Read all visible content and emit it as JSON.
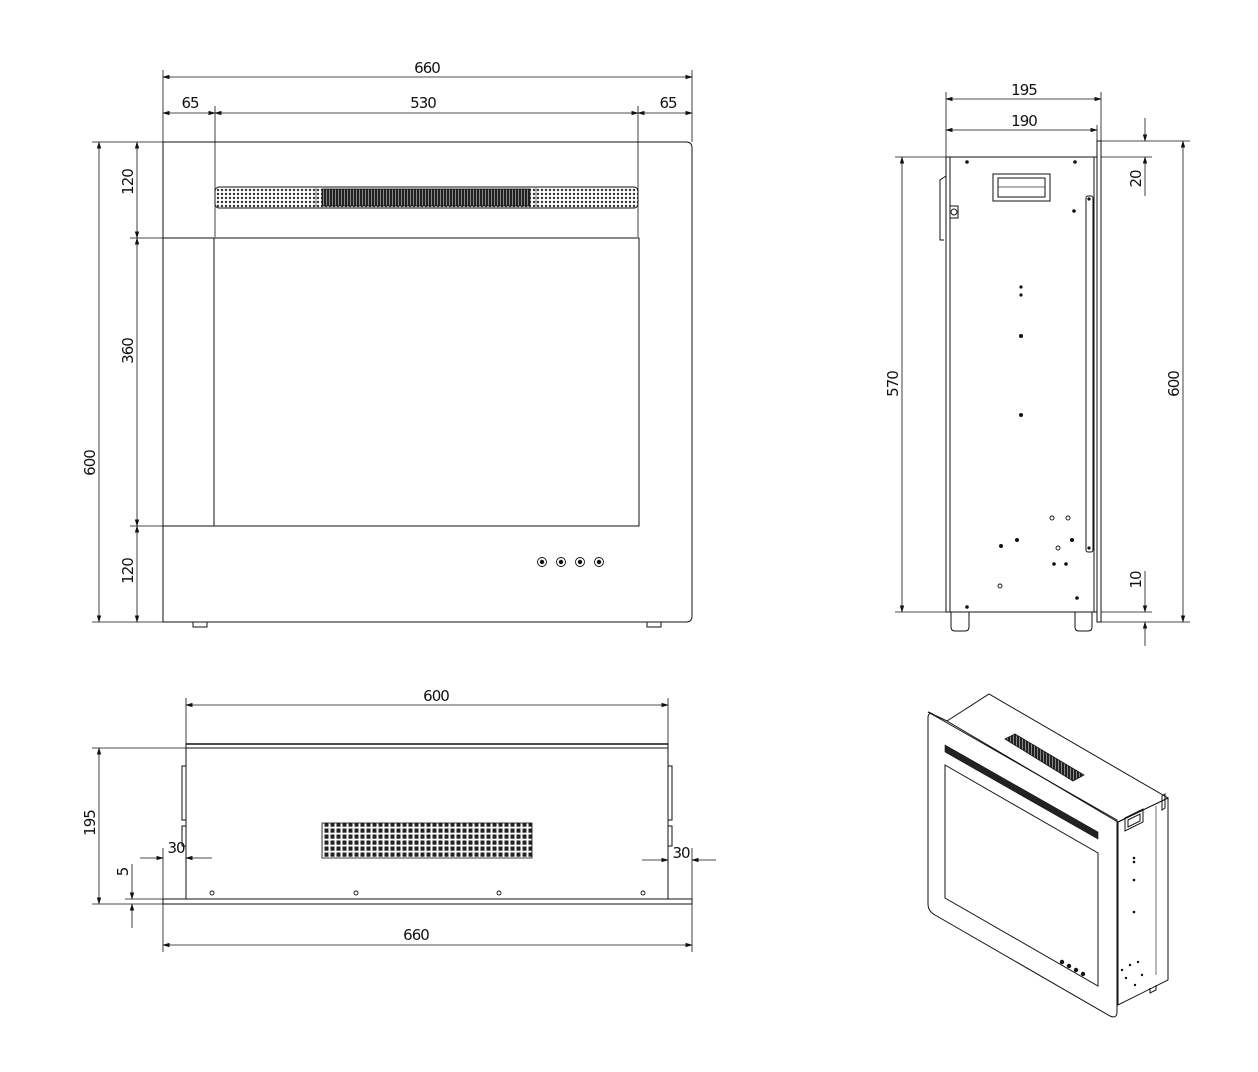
{
  "front_view": {
    "dims": {
      "overall_width": "660",
      "left_margin": "65",
      "grille_width": "530",
      "right_margin": "65",
      "overall_height": "600",
      "top_band": "120",
      "window_height": "360",
      "bottom_band": "120"
    },
    "icons": [
      "grille-vent-icon",
      "control-button-icon"
    ]
  },
  "side_view": {
    "dims": {
      "depth_outer": "195",
      "depth_body": "190",
      "body_height": "570",
      "overall_height": "600",
      "top_flange": "20",
      "bottom_flange": "10"
    },
    "icons": [
      "rating-label-icon",
      "mounting-bracket-icon"
    ]
  },
  "top_view": {
    "dims": {
      "body_width": "600",
      "depth": "195",
      "left_inset": "30",
      "right_inset": "30",
      "flange_thickness": "5",
      "overall_width": "660"
    },
    "icons": [
      "vent-grid-icon"
    ]
  },
  "iso_view": {
    "icons": [
      "fireplace-isometric-icon"
    ]
  }
}
